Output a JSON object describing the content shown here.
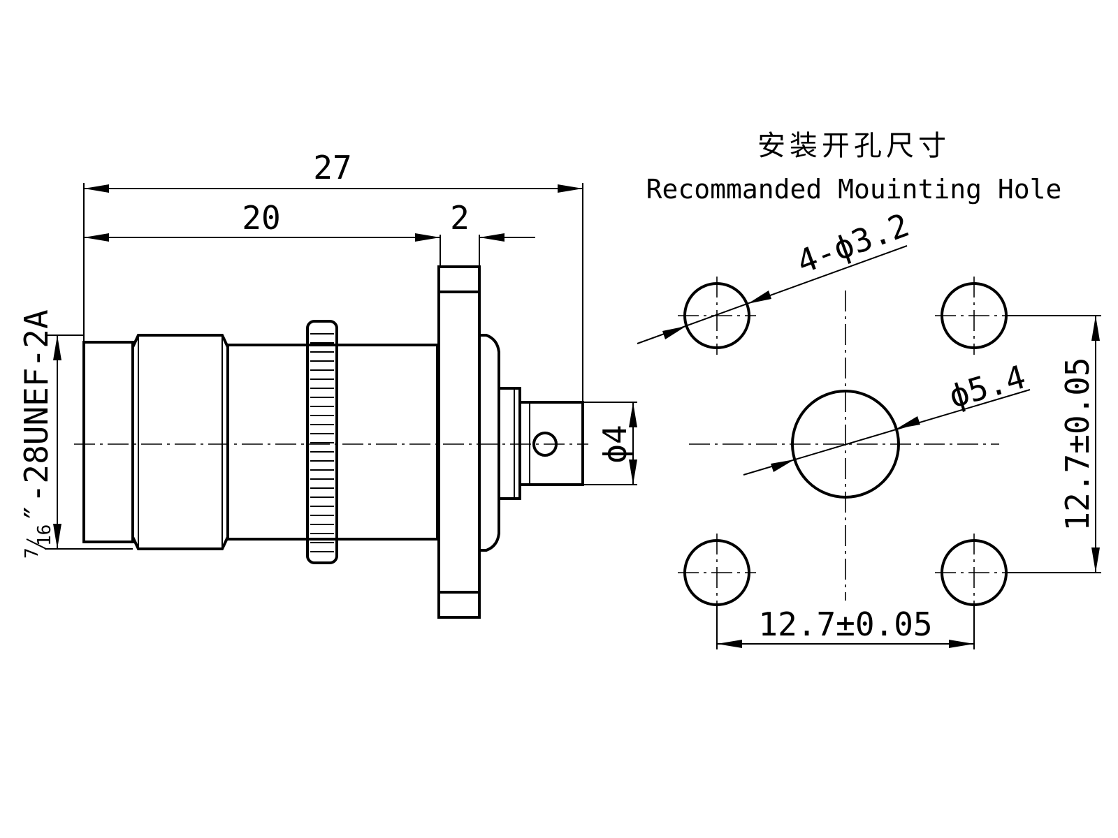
{
  "title": {
    "cn": "安装开孔尺寸",
    "en": "Recommanded Mouinting Hole"
  },
  "side_view": {
    "dims": {
      "overall_length": "27",
      "body_length": "20",
      "flange_thickness": "2",
      "pin_diameter": "ϕ4"
    },
    "thread": {
      "numerator": "7",
      "denominator": "16",
      "spec": "″-28UNEF-2A"
    }
  },
  "mounting_hole": {
    "hole_callout": "4-ϕ3.2",
    "center_hole": "ϕ5.4",
    "horizontal_spacing": "12.7±0.05",
    "vertical_spacing": "12.7±0.05"
  }
}
